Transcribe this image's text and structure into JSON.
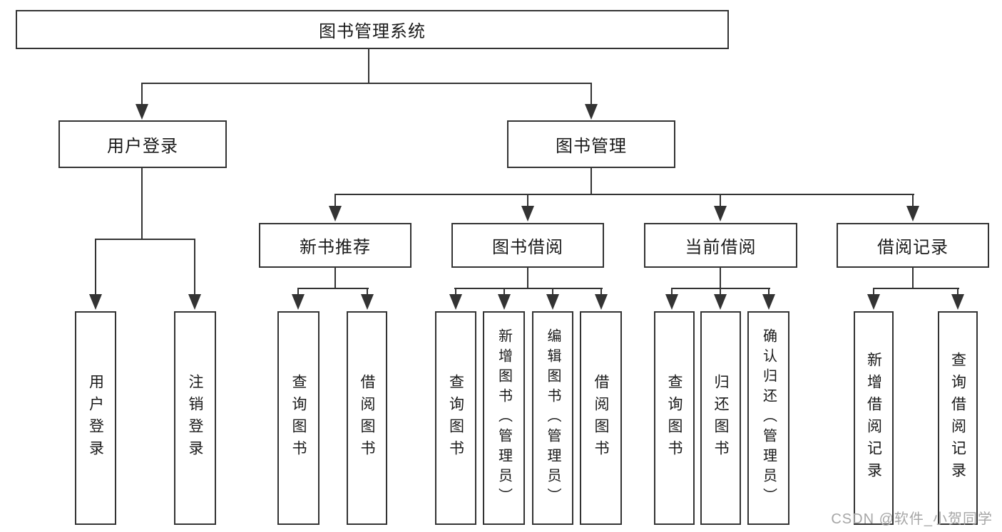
{
  "diagram": {
    "root": "图书管理系统",
    "level2": [
      {
        "label": "用户登录",
        "children": [
          "用户登录",
          "注销登录"
        ]
      },
      {
        "label": "图书管理"
      }
    ],
    "level3": [
      {
        "label": "新书推荐",
        "children": [
          "查询图书",
          "借阅图书"
        ]
      },
      {
        "label": "图书借阅",
        "children": [
          "查询图书",
          "新增图书（管理员）",
          "编辑图书（管理员）",
          "借阅图书"
        ]
      },
      {
        "label": "当前借阅",
        "children": [
          "查询图书",
          "归还图书",
          "确认归还（管理员）"
        ]
      },
      {
        "label": "借阅记录",
        "children": [
          "新增借阅记录",
          "查询借阅记录"
        ]
      }
    ],
    "watermark": "CSDN @软件_小贺同学",
    "colors": {
      "line": "#333333",
      "background": "#ffffff",
      "watermark_text": "#a6a6a6"
    }
  }
}
